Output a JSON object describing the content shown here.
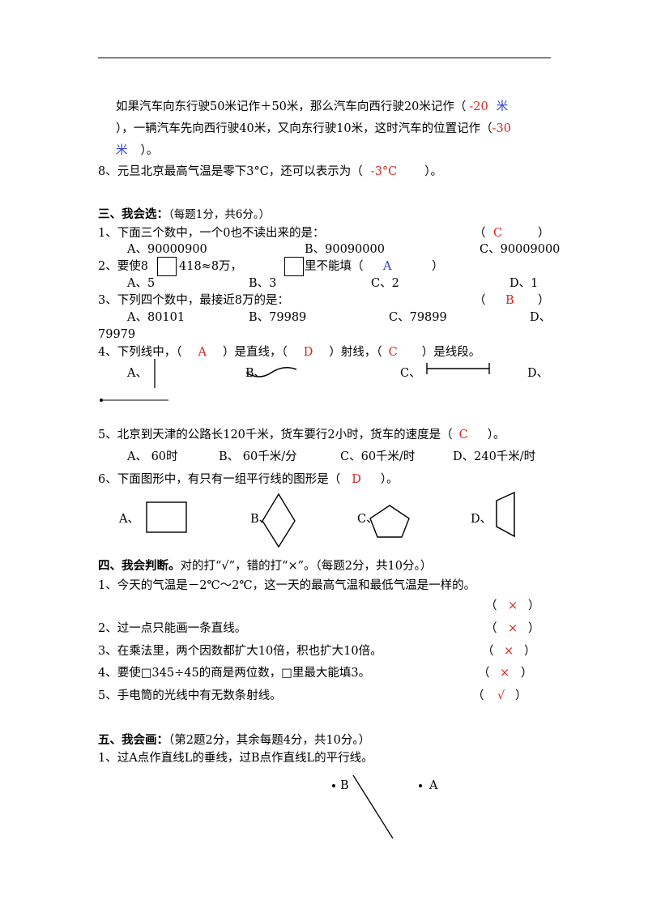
{
  "q7": {
    "l1a": "如果汽车向东行驶50米记作＋50米，那么汽车向西行驶20米记作（",
    "l1_ans1": "-20",
    "l1_ans2": "米",
    "l2a": "），一辆汽车先向西行驶40米，又向东行驶10米，这时汽车的位置记作（",
    "l2_ans": "-30",
    "l3_ans": "米",
    "l3b": "）。"
  },
  "q8": {
    "text": "8、元旦北京最高气温是零下3°C，还可以表示为（",
    "ans": "-3°C",
    "close": "）。"
  },
  "sec3": {
    "title": "三、我会选：",
    "note": "（每题1分，共6分。）",
    "q1": {
      "text": "1、下面三个数中，一个0也不读出来的是：",
      "open": "（",
      "ans": "C",
      "close": "）",
      "optA": "A、90000900",
      "optB": "B、90090000",
      "optC": "C、90009000"
    },
    "q2": {
      "text1": "2、要使8",
      "text2": "418≈8万，",
      "text3": "里不能填（",
      "ans": "A",
      "close": "）",
      "optA": "A、5",
      "optB": "B、3",
      "optC": "C、2",
      "optD": "D、1"
    },
    "q3": {
      "text": "3、下列四个数中，最接近8万的是：",
      "open": "（",
      "ans": "B",
      "close": "）",
      "optA": "A、80101",
      "optB": "B、79989",
      "optC": "C、79899",
      "optD": "D、",
      "optD_val": "79979"
    },
    "q4": {
      "text1": "4、下列线中，（",
      "ans1": "A",
      "text2": "）是直线，（",
      "ans2": "D",
      "text3": "）射线，（",
      "ans3": "C",
      "text4": "）是线段。",
      "optA": "A、",
      "optB": "B、",
      "optC": "C、",
      "optD": "D、"
    },
    "q5": {
      "text": "5、北京到天津的公路长120千米，货车要行2小时，货车的速度是（",
      "ans": "C",
      "close": "）。",
      "optA": "A、 60时",
      "optB": "B、 60千米/分",
      "optC": "C、60千米/时",
      "optD": "D、240千米/时"
    },
    "q6": {
      "text": "6、下面图形中，有只有一组平行线的图形是（",
      "ans": "D",
      "close": "）。",
      "optA": "A、",
      "optB": "B、",
      "optC": "C、",
      "optD": "D、"
    }
  },
  "sec4": {
    "title": "四、我会判断。",
    "note": "对的打“√”，错的打“×”。（每题2分，共10分。）",
    "items": [
      {
        "text": "1、今天的气温是－2℃～2℃，这一天的最高气温和最低气温是一样的。",
        "open": "（",
        "mark": "×",
        "close": "）"
      },
      {
        "text": "2、过一点只能画一条直线。",
        "open": "（",
        "mark": "×",
        "close": "）"
      },
      {
        "text": "3、在乘法里，两个因数都扩大10倍，积也扩大10倍。",
        "open": "（",
        "mark": "×",
        "close": "）"
      },
      {
        "text": "4、要使□345÷45的商是两位数，□里最大能填3。",
        "open": "（",
        "mark": "×",
        "close": "）"
      },
      {
        "text": "5、手电筒的光线中有无数条射线。",
        "open": "（",
        "mark": "√",
        "close": "）"
      }
    ]
  },
  "sec5": {
    "title": "五、我会画：",
    "note": "（第2题2分，其余每题4分，共10分。）",
    "q1": "1、过A点作直线L的垂线，过B点作直线L的平行线。",
    "labelB": "B",
    "labelA": "A"
  }
}
